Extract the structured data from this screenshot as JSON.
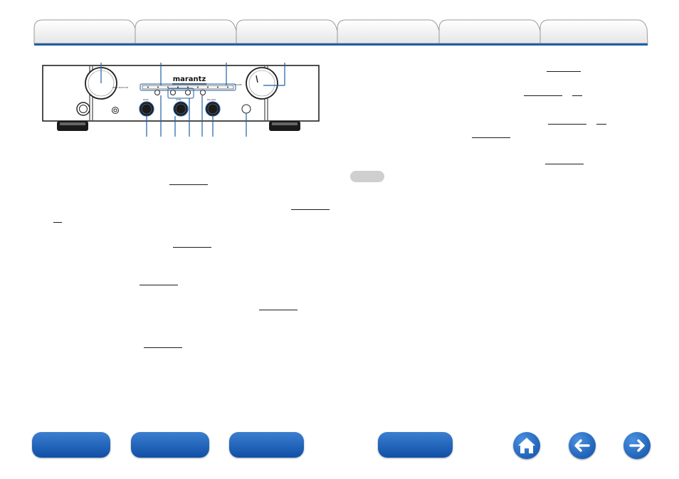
{
  "header": {
    "tabs": [
      "",
      "",
      "",
      "",
      "",
      ""
    ],
    "accent_color": "#1f5fa8"
  },
  "device": {
    "brand": "marantz",
    "knob_labels": [
      "INPUT SELECTOR",
      "VOLUME",
      "MODE",
      "BALANCE",
      "LEVEL"
    ],
    "callout_color": "#1f5fa8"
  },
  "links": [],
  "note_label": "",
  "footer": {
    "buttons": [
      "",
      "",
      "",
      ""
    ],
    "icons": [
      "home-icon",
      "back-arrow-icon",
      "forward-arrow-icon"
    ]
  }
}
